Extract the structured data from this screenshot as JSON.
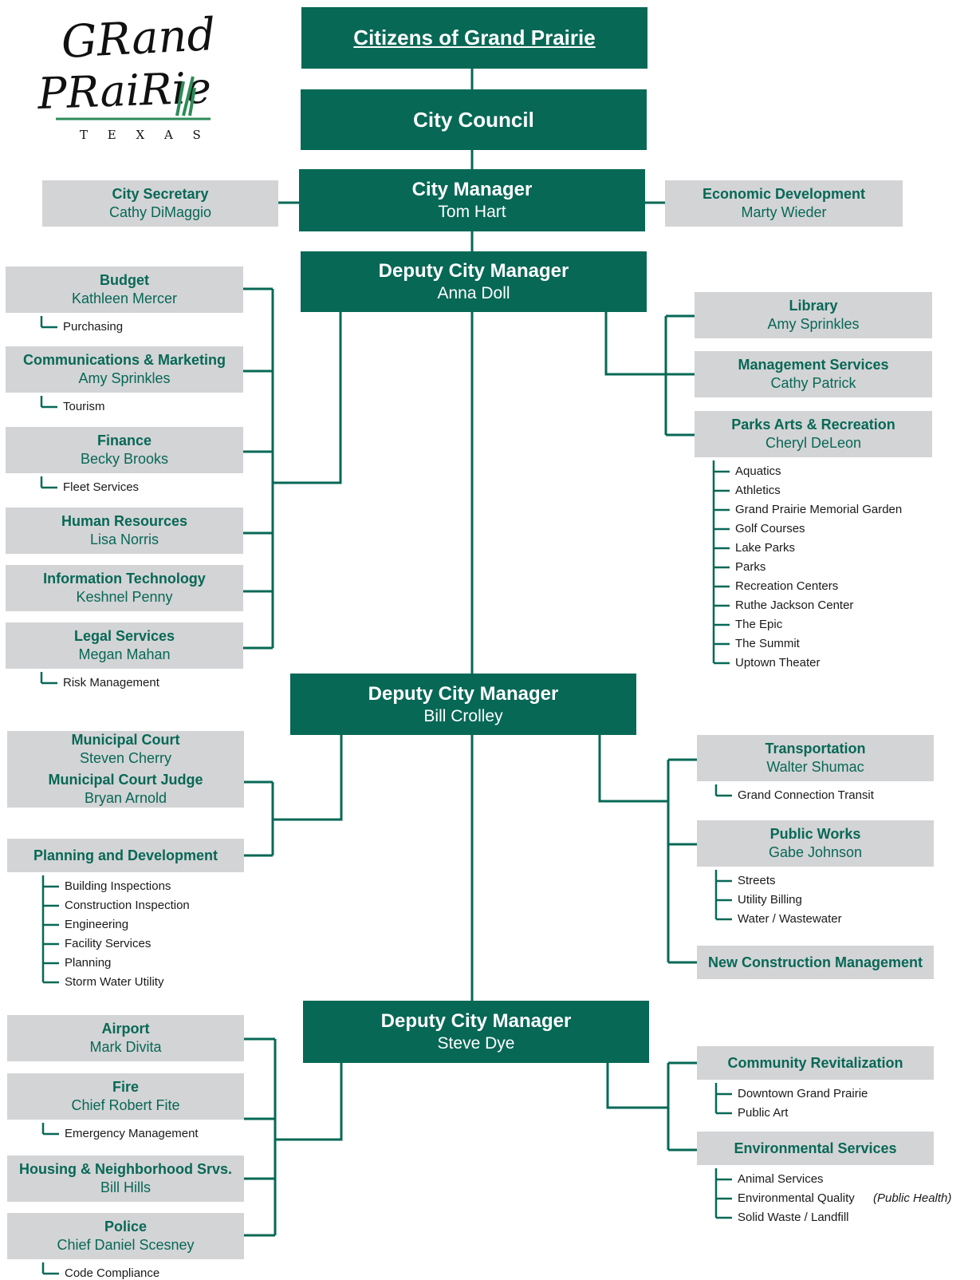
{
  "logo": {
    "line1": "GRand",
    "line2": "PRaiRie",
    "state": "T E X A S",
    "accent": "#2e8b57"
  },
  "colors": {
    "primary": "#076856",
    "box_gray": "#d3d4d6",
    "line": "#076856"
  },
  "top": {
    "citizens": "Citizens of Grand Prairie",
    "council": "City Council"
  },
  "city_manager": {
    "title": "City Manager",
    "name": "Tom Hart"
  },
  "city_secretary": {
    "title": "City Secretary",
    "name": "Cathy DiMaggio"
  },
  "economic_development": {
    "title": "Economic Development",
    "name": "Marty Wieder"
  },
  "dcm1": {
    "title": "Deputy City Manager",
    "name": "Anna Doll",
    "left": [
      {
        "title": "Budget",
        "name": "Kathleen Mercer",
        "subs": [
          "Purchasing"
        ]
      },
      {
        "title": "Communications & Marketing",
        "name": "Amy Sprinkles",
        "subs": [
          "Tourism"
        ]
      },
      {
        "title": "Finance",
        "name": "Becky Brooks",
        "subs": [
          "Fleet Services"
        ]
      },
      {
        "title": "Human Resources",
        "name": "Lisa Norris",
        "subs": []
      },
      {
        "title": "Information Technology",
        "name": "Keshnel Penny",
        "subs": []
      },
      {
        "title": "Legal Services",
        "name": "Megan Mahan",
        "subs": [
          "Risk Management"
        ]
      }
    ],
    "right": [
      {
        "title": "Library",
        "name": "Amy Sprinkles",
        "subs": []
      },
      {
        "title": "Management Services",
        "name": "Cathy Patrick",
        "subs": []
      },
      {
        "title": "Parks Arts & Recreation",
        "name": "Cheryl DeLeon",
        "subs": [
          "Aquatics",
          "Athletics",
          "Grand Prairie Memorial Garden",
          "Golf Courses",
          "Lake Parks",
          "Parks",
          "Recreation Centers",
          "Ruthe Jackson Center",
          "The Epic",
          "The Summit",
          "Uptown Theater"
        ]
      }
    ]
  },
  "dcm2": {
    "title": "Deputy City Manager",
    "name": "Bill Crolley",
    "left": [
      {
        "title": "Municipal Court",
        "name": "Steven Cherry",
        "title2": "Municipal Court Judge",
        "name2": "Bryan Arnold",
        "subs": []
      },
      {
        "title": "Planning and Development",
        "name": "",
        "subs": [
          "Building Inspections",
          "Construction Inspection",
          "Engineering",
          "Facility Services",
          "Planning",
          "Storm Water Utility"
        ]
      }
    ],
    "right": [
      {
        "title": "Transportation",
        "name": "Walter Shumac",
        "subs": [
          "Grand Connection Transit"
        ]
      },
      {
        "title": "Public Works",
        "name": "Gabe Johnson",
        "subs": [
          "Streets",
          "Utility Billing",
          "Water / Wastewater"
        ]
      },
      {
        "title": "New Construction Management",
        "name": "",
        "subs": []
      }
    ]
  },
  "dcm3": {
    "title": "Deputy City Manager",
    "name": "Steve Dye",
    "left": [
      {
        "title": "Airport",
        "name": "Mark Divita",
        "subs": []
      },
      {
        "title": "Fire",
        "name": "Chief Robert Fite",
        "subs": [
          "Emergency Management"
        ]
      },
      {
        "title": "Housing & Neighborhood Srvs.",
        "name": "Bill Hills",
        "subs": []
      },
      {
        "title": "Police",
        "name": "Chief Daniel Scesney",
        "subs": [
          "Code Compliance"
        ]
      }
    ],
    "right": [
      {
        "title": "Community Revitalization",
        "name": "",
        "subs": [
          "Downtown Grand Prairie",
          "Public Art"
        ]
      },
      {
        "title": "Environmental Services",
        "name": "",
        "subs": [
          "Animal Services",
          "Environmental Quality",
          "Solid Waste / Landfill"
        ],
        "sub_note": "(Public Health)"
      }
    ]
  }
}
